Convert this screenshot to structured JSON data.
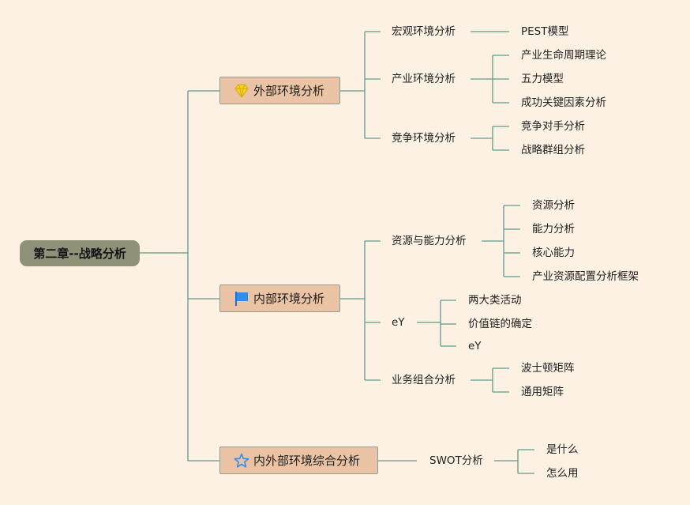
{
  "root": {
    "label": "第二章--战略分析"
  },
  "branches": [
    {
      "label": "外部环境分析",
      "icon": "gem-icon",
      "children": [
        {
          "label": "宏观环境分析",
          "children": [
            "PEST模型"
          ]
        },
        {
          "label": "产业环境分析",
          "children": [
            "产业生命周期理论",
            "五力模型",
            "成功关键因素分析"
          ]
        },
        {
          "label": "竞争环境分析",
          "children": [
            "竞争对手分析",
            "战略群组分析"
          ]
        }
      ]
    },
    {
      "label": "内部环境分析",
      "icon": "flag-icon",
      "children": [
        {
          "label": "资源与能力分析",
          "children": [
            "资源分析",
            "能力分析",
            "核心能力",
            "产业资源配置分析框架"
          ]
        },
        {
          "label": "eY",
          "children": [
            "两大类活动",
            "价值链的确定",
            "eY"
          ]
        },
        {
          "label": "业务组合分析",
          "children": [
            "波士顿矩阵",
            "通用矩阵"
          ]
        }
      ]
    },
    {
      "label": "内外部环境综合分析",
      "icon": "star-icon",
      "children": [
        {
          "label": "SWOT分析",
          "children": [
            "是什么",
            "怎么用"
          ]
        }
      ]
    }
  ],
  "colors": {
    "background": "#fdf1e4",
    "root_fill": "#8f9279",
    "branch_fill": "#e9c3a3",
    "connector": "#5e9c8a"
  }
}
